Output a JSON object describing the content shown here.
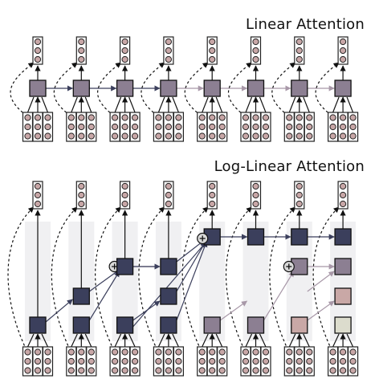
{
  "titles": {
    "top": "Linear Attention",
    "bottom": "Log-Linear Attention"
  },
  "colors": {
    "state_linear": "#8c7f92",
    "state_dark": "#3b3f5c",
    "state_mauve": "#8c7f92",
    "state_rose": "#c9a8a6",
    "state_pale": "#dcdccd",
    "token_cell": "#c8a7a7",
    "column_bg": "#f0f0f2",
    "dashed_arrow": "#111111",
    "chain_arrow_dark": "#3b3f5c",
    "chain_arrow_light": "#a898a8",
    "sum_node": "#d9d9d9"
  },
  "steps": 8,
  "log_linear_levels_per_step": [
    [
      4
    ],
    [
      3,
      4
    ],
    [
      2,
      3,
      4
    ],
    [
      2,
      3,
      4
    ],
    [
      1,
      4
    ],
    [
      1,
      4
    ],
    [
      1,
      2,
      3,
      4
    ],
    [
      1,
      2,
      3,
      4
    ]
  ],
  "log_linear_level_colors": {
    "1": "state_dark",
    "2": "state_mauve",
    "3": "state_rose",
    "4": "state_pale"
  }
}
